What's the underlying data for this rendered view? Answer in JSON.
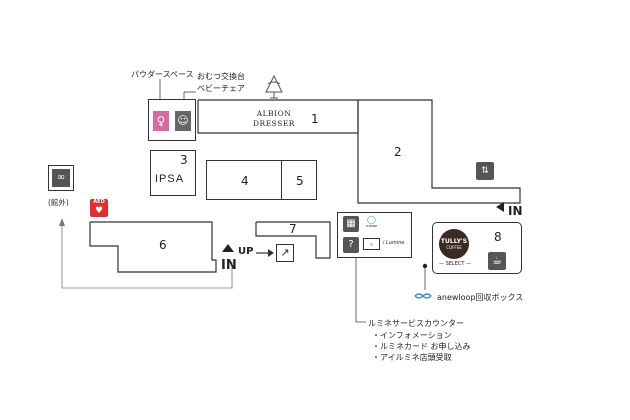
{
  "labels": {
    "powder_space": "パウダースペース",
    "diaper": "おむつ交換台",
    "baby_chair": "ベビーチェア",
    "albion_line1": "ALBION",
    "albion_line2": "DRESSER",
    "ipsa": "IPSA",
    "outside": "(館外)",
    "aed": "AED",
    "up": "UP",
    "in_left": "IN",
    "in_right": "IN",
    "anewloop": "anewloop回収ボックス",
    "counter_title": "ルミネサービスカウンター",
    "counter_items": [
      "・インフォメーション",
      "・ルミネカード お申し込み",
      "・アイルミネ店頭受取"
    ],
    "tullys_line1": "TULLY'S",
    "tullys_line2": "COFFEE",
    "tullys_select": "— SELECT —",
    "lumine_wifi": "LUMINE FREE Wi-Fi",
    "lumine_logo": "i Lumine",
    "wifi_brand": "LUMINE"
  },
  "shops": {
    "s1": "1",
    "s2": "2",
    "s3": "3",
    "s4": "4",
    "s5": "5",
    "s6": "6",
    "s7": "7",
    "s8": "8"
  },
  "colors": {
    "outline": "#333333",
    "icon_bg": "#555555",
    "aed_red": "#e52d2d",
    "anewloop_blue": "#2a7fc1"
  },
  "icons": [
    "bicycle-icon",
    "restroom-icon",
    "baby-icon",
    "elevator-icon",
    "escalator-icon",
    "cafe-icon",
    "help-icon",
    "wifi-icon",
    "aed-icon",
    "chandelier-icon"
  ]
}
